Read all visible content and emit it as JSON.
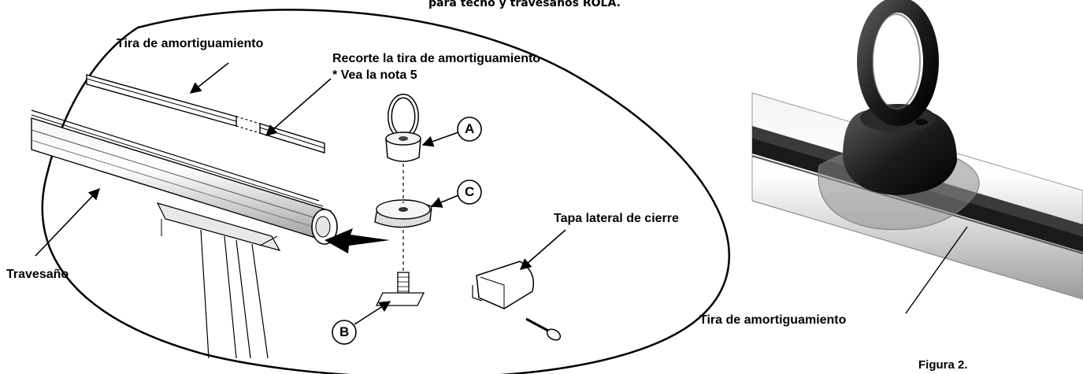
{
  "header": {
    "text": "para techo y travesaños ROLA."
  },
  "labels": {
    "strip_top": "Tira de amortiguamiento",
    "trim_line1": "Recorte la tira de amortiguamiento",
    "trim_line2": "* Vea la nota 5",
    "crossbar": "Travesaño",
    "end_cap": "Tapa lateral de cierre",
    "strip_right": "Tira de amortiguamiento",
    "figure_caption": "Figura 2."
  },
  "callouts": {
    "a": "A",
    "b": "B",
    "c": "C"
  },
  "colors": {
    "line": "#000000",
    "bar_metal": "#d9d9d9",
    "rubber": "#1a1a1a",
    "pad": "#9a9a9a"
  }
}
